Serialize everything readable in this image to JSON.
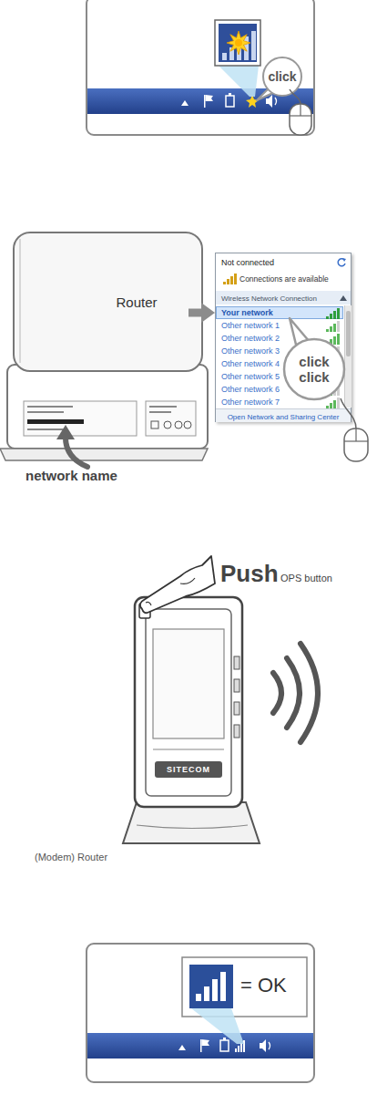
{
  "diagram": {
    "nodes": [
      {
        "text": [
          "Router"
        ]
      },
      {
        "text": [
          "Not connected",
          "Connections are available",
          "Wireless Network Connection",
          "Open Network and Sharing Center"
        ]
      },
      {
        "text": [
          "Your network"
        ],
        "in": 1
      },
      {
        "text": [
          "Other network 1"
        ],
        "in": 1
      },
      {
        "text": [
          "Other network 2"
        ],
        "in": 1
      },
      {
        "text": [
          "Other network 3"
        ],
        "in": 1
      },
      {
        "text": [
          "Other network 4"
        ],
        "in": 1
      },
      {
        "text": [
          "Other network 5"
        ],
        "in": 1
      },
      {
        "text": [
          "Other network 6"
        ],
        "in": 1
      },
      {
        "text": [
          "Other network 7"
        ],
        "in": 1
      }
    ],
    "edges": [
      {
        "from": 0,
        "to": 2,
        "arrow": "to"
      }
    ],
    "labels": [
      "click",
      "click click",
      "network name",
      "Push",
      "OPS button",
      "SITECOM",
      "(Modem) Router",
      "= OK"
    ]
  }
}
